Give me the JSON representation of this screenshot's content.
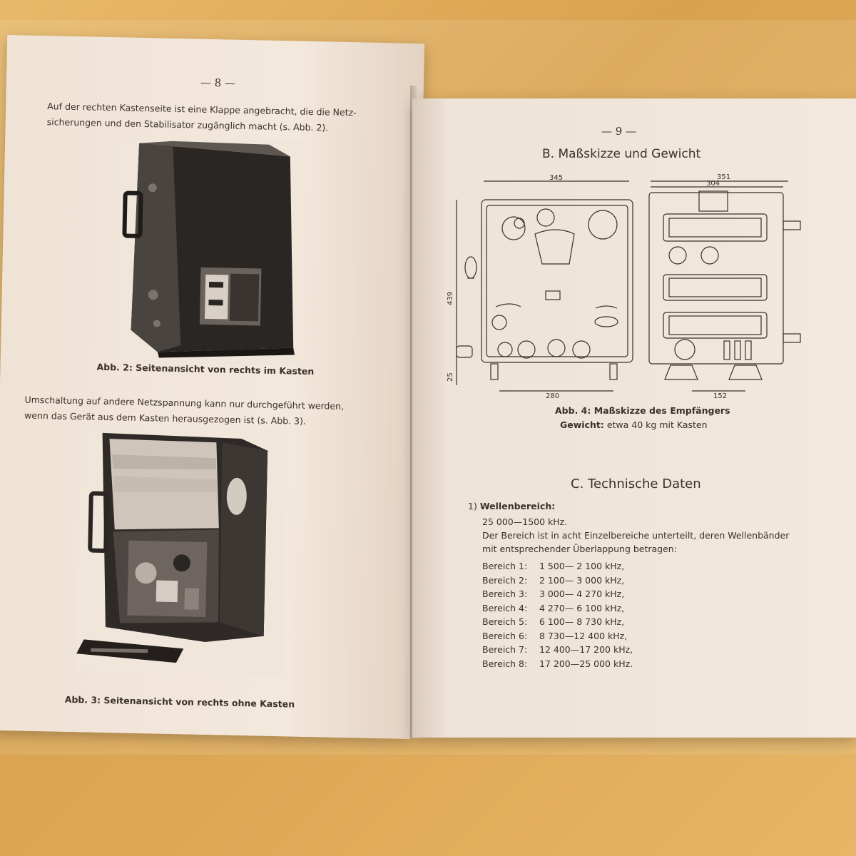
{
  "left_page": {
    "page_number": "— 8 —",
    "paragraph_1_line_1": "Auf der rechten Kastenseite ist eine Klappe angebracht, die die Netz-",
    "paragraph_1_line_2": "sicherungen und den Stabilisator zugänglich macht (s. Abb. 2).",
    "figure_2_caption": "Abb. 2: Seitenansicht von rechts im Kasten",
    "paragraph_2_line_1": "Umschaltung auf andere Netzspannung kann nur durchgeführt werden,",
    "paragraph_2_line_2": "wenn das Gerät aus dem Kasten herausgezogen ist (s. Abb. 3).",
    "figure_3_caption": "Abb. 3: Seitenansicht von rechts ohne Kasten"
  },
  "right_page": {
    "page_number": "— 9 —",
    "section_b_title": "B. Maßskizze und Gewicht",
    "dimensions": {
      "width_front": "345",
      "height": "439",
      "feet_height": "25",
      "feet_spacing_front": "280",
      "depth_total": "351",
      "depth_body": "304",
      "feet_spacing_side": "152"
    },
    "figure_4_caption": "Abb. 4: Maßskizze des Empfängers",
    "weight_label": "Gewicht:",
    "weight_value": "etwa 40 kg mit Kasten",
    "section_c_title": "C. Technische Daten",
    "item_1_number": "1)",
    "item_1_title": "Wellenbereich:",
    "item_1_range": "25 000—1500 kHz.",
    "item_1_text_line_1": "Der Bereich ist in acht Einzelbereiche unterteilt, deren Wellenbänder",
    "item_1_text_line_2": "mit entsprechender Überlappung betragen:",
    "ranges": [
      {
        "label": "Bereich 1:",
        "value": "1 500— 2 100 kHz,"
      },
      {
        "label": "Bereich 2:",
        "value": "2 100— 3 000 kHz,"
      },
      {
        "label": "Bereich 3:",
        "value": "3 000— 4 270 kHz,"
      },
      {
        "label": "Bereich 4:",
        "value": "4 270— 6 100 kHz,"
      },
      {
        "label": "Bereich 5:",
        "value": "6 100— 8 730 kHz,"
      },
      {
        "label": "Bereich 6:",
        "value": "8 730—12 400 kHz,"
      },
      {
        "label": "Bereich 7:",
        "value": "12 400—17 200 kHz,"
      },
      {
        "label": "Bereich 8:",
        "value": "17 200—25 000 kHz."
      }
    ]
  }
}
